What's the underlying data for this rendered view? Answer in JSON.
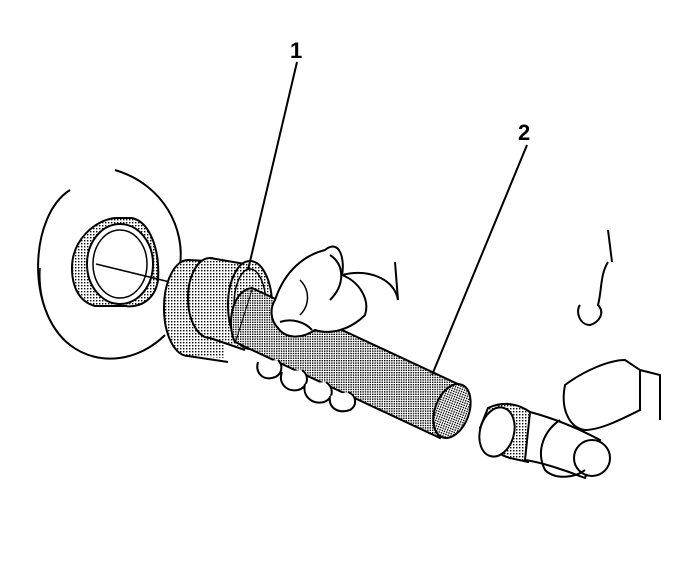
{
  "callouts": [
    {
      "id": "1",
      "label": "1"
    },
    {
      "id": "2",
      "label": "2"
    }
  ],
  "colors": {
    "ink": "#000000",
    "paper": "#ffffff",
    "shading": "#cfcfcf"
  }
}
